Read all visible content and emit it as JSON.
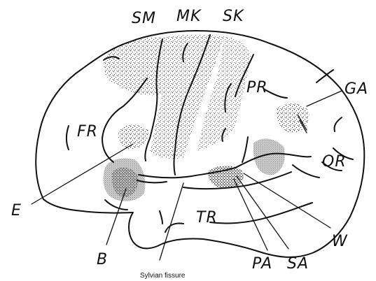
{
  "labels": {
    "sm": "SM",
    "mk": "MK",
    "sk": "SK",
    "pr": "PR",
    "ga": "GA",
    "fr": "FR",
    "or": "OR",
    "e": "E",
    "tr": "TR",
    "w": "W",
    "b": "B",
    "pa": "PA",
    "sa": "SA",
    "sylvian": "Sylvian fissure"
  }
}
